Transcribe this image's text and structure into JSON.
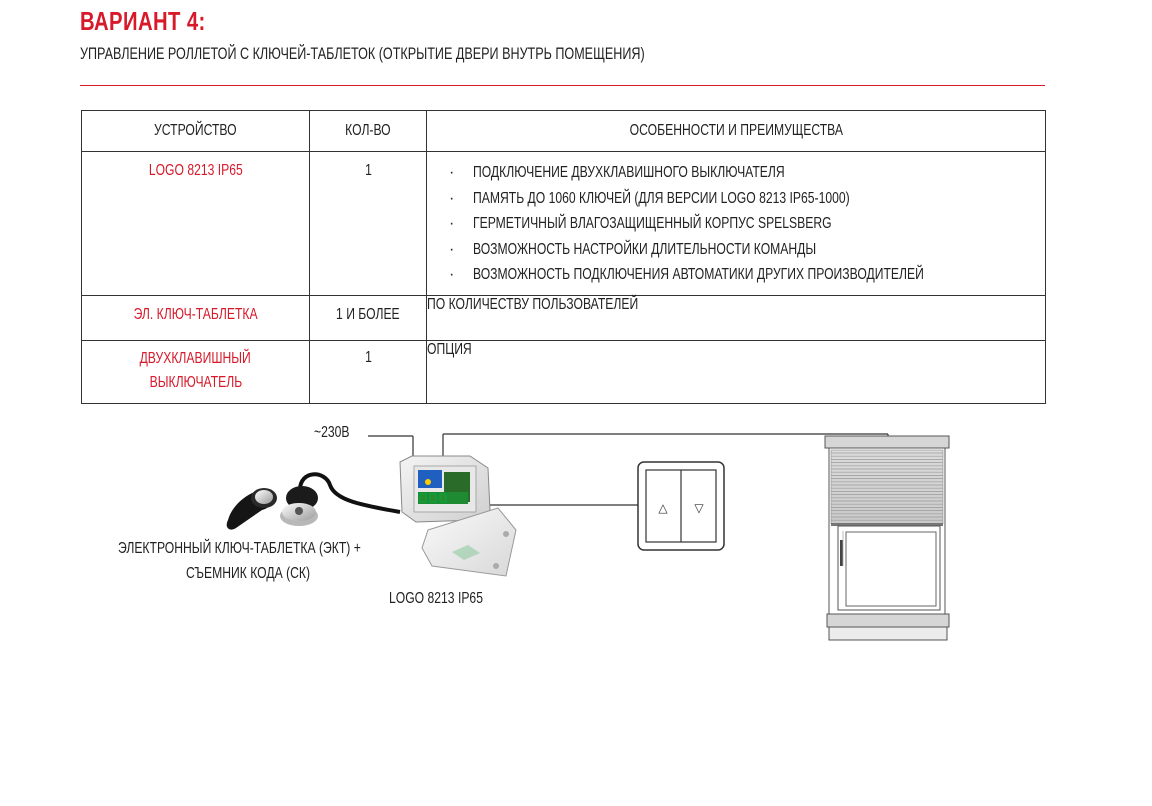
{
  "heading": "ВАРИАНТ 4:",
  "subheading": "УПРАВЛЕНИЕ РОЛЛЕТОЙ С КЛЮЧЕЙ-ТАБЛЕТОК (ОТКРЫТИЕ ДВЕРИ ВНУТРЬ ПОМЕЩЕНИЯ)",
  "table": {
    "headers": [
      "УСТРОЙСТВО",
      "КОЛ-ВО",
      "ОСОБЕННОСТИ И ПРЕИМУЩЕСТВА"
    ],
    "rows": [
      {
        "device": "LOGO 8213 IP65",
        "qty": "1",
        "features": [
          "ПОДКЛЮЧЕНИЕ ДВУХКЛАВИШНОГО ВЫКЛЮЧАТЕЛЯ",
          "ПАМЯТЬ ДО 1060 КЛЮЧЕЙ (ДЛЯ ВЕРСИИ LOGO 8213 IP65-1000)",
          "ГЕРМЕТИЧНЫЙ ВЛАГОЗАЩИЩЕННЫЙ КОРПУС SPELSBERG",
          "ВОЗМОЖНОСТЬ НАСТРОЙКИ ДЛИТЕЛЬНОСТИ КОМАНДЫ",
          "ВОЗМОЖНОСТЬ ПОДКЛЮЧЕНИЯ АВТОМАТИКИ ДРУГИХ ПРОИЗВОДИТЕЛЕЙ"
        ]
      },
      {
        "device": "ЭЛ. КЛЮЧ-ТАБЛЕТКА",
        "qty": "1 И БОЛЕЕ",
        "note": "ПО КОЛИЧЕСТВУ ПОЛЬЗОВАТЕЛЕЙ"
      },
      {
        "device_line1": "ДВУХКЛАВИШНЫЙ",
        "device_line2": "ВЫКЛЮЧАТЕЛЬ",
        "qty": "1",
        "note": "ОПЦИЯ"
      }
    ]
  },
  "diagram": {
    "power_label": "~230В",
    "key_label_line1": "ЭЛЕКТРОННЫЙ КЛЮЧ-ТАБЛЕТКА (ЭКТ) +",
    "key_label_line2": "СЪЕМНИК КОДА (СК)",
    "controller_label": "LOGO 8213 IP65",
    "switch_up": "△",
    "switch_down": "▽"
  },
  "colors": {
    "accent": "#d7192a",
    "text": "#222222",
    "line": "#333333"
  }
}
